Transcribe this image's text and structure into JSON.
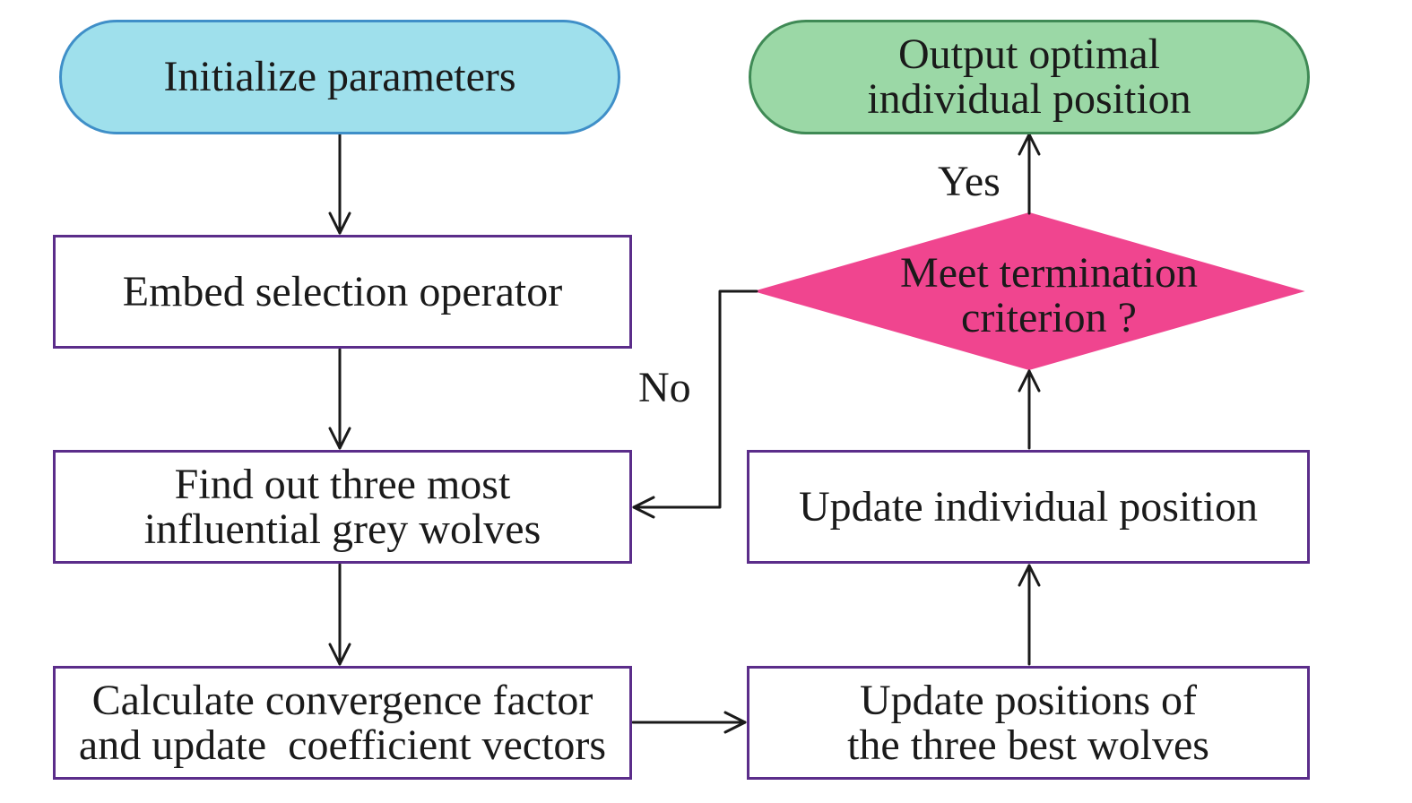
{
  "nodes": {
    "initialize": [
      "Initialize parameters"
    ],
    "embed": [
      "Embed selection operator"
    ],
    "find": [
      "Find out three most",
      "influential grey wolves"
    ],
    "calculate": [
      "Calculate convergence factor",
      "and update  coefficient vectors"
    ],
    "update_best": [
      "Update positions of",
      "the three best wolves"
    ],
    "update_individual": [
      "Update individual position"
    ],
    "decision": [
      "Meet termination",
      "criterion ?"
    ],
    "output": [
      "Output optimal",
      "individual position"
    ]
  },
  "edge_labels": {
    "yes": "Yes",
    "no": "No"
  },
  "colors": {
    "start_fill": "#9fe0ec",
    "start_border": "#3f8fc8",
    "end_fill": "#9bd8a6",
    "end_border": "#3f8a55",
    "decision_fill": "#f0458f",
    "box_border": "#5b2d8a",
    "arrow": "#1a1a1a"
  }
}
